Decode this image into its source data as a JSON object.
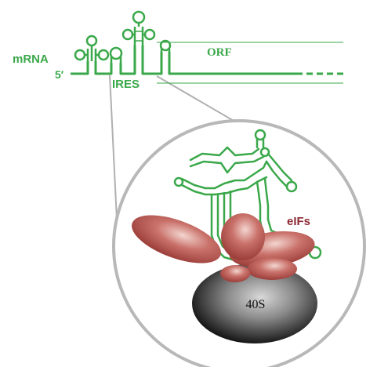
{
  "labels": {
    "mrna": "mRNA",
    "five_prime": "5′",
    "ires": "IRES",
    "orf": "ORF",
    "eifs": "eIFs",
    "ribosome": "40S"
  },
  "colors": {
    "rna": "#3aa84a",
    "eif_fill": "#b5544f",
    "eif_label": "#8e2a35",
    "ribosome": "#3d3d3d",
    "circle_outline": "#b8b8b8",
    "zoom_lines": "#b0b0b0"
  },
  "icons": {
    "hairpin": "rna-hairpin-icon",
    "cloverleaf": "rna-cloverleaf-icon"
  }
}
